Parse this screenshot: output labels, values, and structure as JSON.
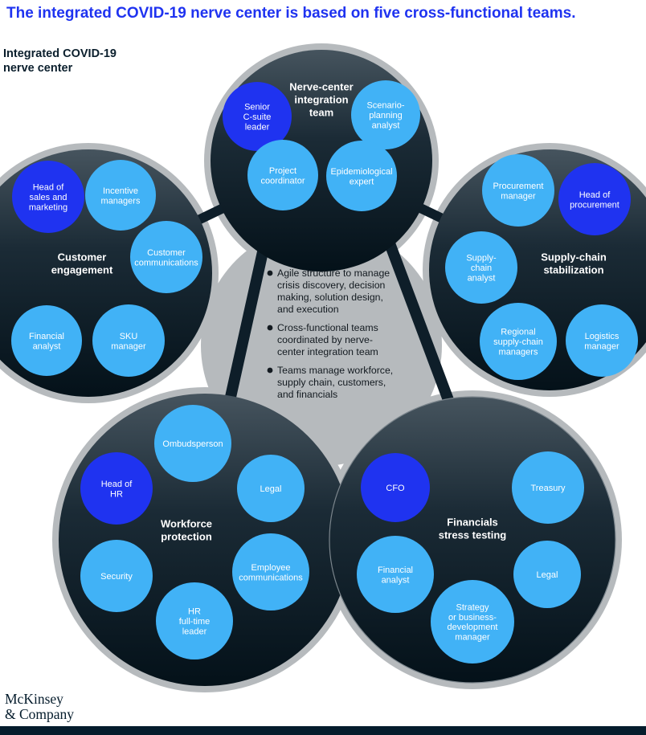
{
  "title": "The integrated COVID-19 nerve center is based on five cross-functional teams.",
  "subtitle": "Integrated COVID-19\nnerve center",
  "colors": {
    "accent_blue": "#1f33f0",
    "light_blue": "#41b2f6",
    "navy_top": "#46545e",
    "navy_mid": "#1b2b36",
    "navy_bottom": "#041119",
    "blob_gray": "#b6babd",
    "connector": "#0e1e29",
    "footer_navy": "#051c2c"
  },
  "teams": [
    {
      "label": "Nerve-center\nintegration\nteam",
      "members": [
        {
          "label": "Senior\nC-suite\nleader",
          "type": "accent"
        },
        {
          "label": "Scenario-\nplanning\nanalyst",
          "type": "light"
        },
        {
          "label": "Project\ncoordinator",
          "type": "light"
        },
        {
          "label": "Epidemiological\nexpert",
          "type": "light"
        }
      ]
    },
    {
      "label": "Customer\nengagement",
      "members": [
        {
          "label": "Head of\nsales and\nmarketing",
          "type": "accent"
        },
        {
          "label": "Incentive\nmanagers",
          "type": "light"
        },
        {
          "label": "Customer\ncommunications",
          "type": "light"
        },
        {
          "label": "Financial\nanalyst",
          "type": "light"
        },
        {
          "label": "SKU\nmanager",
          "type": "light"
        }
      ]
    },
    {
      "label": "Supply-chain\nstabilization",
      "members": [
        {
          "label": "Procurement\nmanager",
          "type": "light"
        },
        {
          "label": "Head of\nprocurement",
          "type": "accent"
        },
        {
          "label": "Supply-\nchain\nanalyst",
          "type": "light"
        },
        {
          "label": "Regional\nsupply-chain\nmanagers",
          "type": "light"
        },
        {
          "label": "Logistics\nmanager",
          "type": "light"
        }
      ]
    },
    {
      "label": "Workforce\nprotection",
      "members": [
        {
          "label": "Ombudsperson",
          "type": "light"
        },
        {
          "label": "Head of\nHR",
          "type": "accent"
        },
        {
          "label": "Legal",
          "type": "light"
        },
        {
          "label": "Security",
          "type": "light"
        },
        {
          "label": "Employee\ncommunications",
          "type": "light"
        },
        {
          "label": "HR\nfull-time\nleader",
          "type": "light"
        }
      ]
    },
    {
      "label": "Financials\nstress testing",
      "members": [
        {
          "label": "CFO",
          "type": "accent"
        },
        {
          "label": "Treasury",
          "type": "light"
        },
        {
          "label": "Financial\nanalyst",
          "type": "light"
        },
        {
          "label": "Legal",
          "type": "light"
        },
        {
          "label": "Strategy\nor business-\ndevelopment\nmanager",
          "type": "light"
        }
      ]
    }
  ],
  "bullets": [
    "Agile structure to manage\ncrisis discovery, decision\nmaking, solution design,\nand execution",
    "Cross-functional teams\ncoordinated by nerve-\ncenter integration team",
    "Teams manage workforce,\nsupply chain, customers,\nand financials"
  ],
  "footer": {
    "logo": "McKinsey\n& Company"
  }
}
